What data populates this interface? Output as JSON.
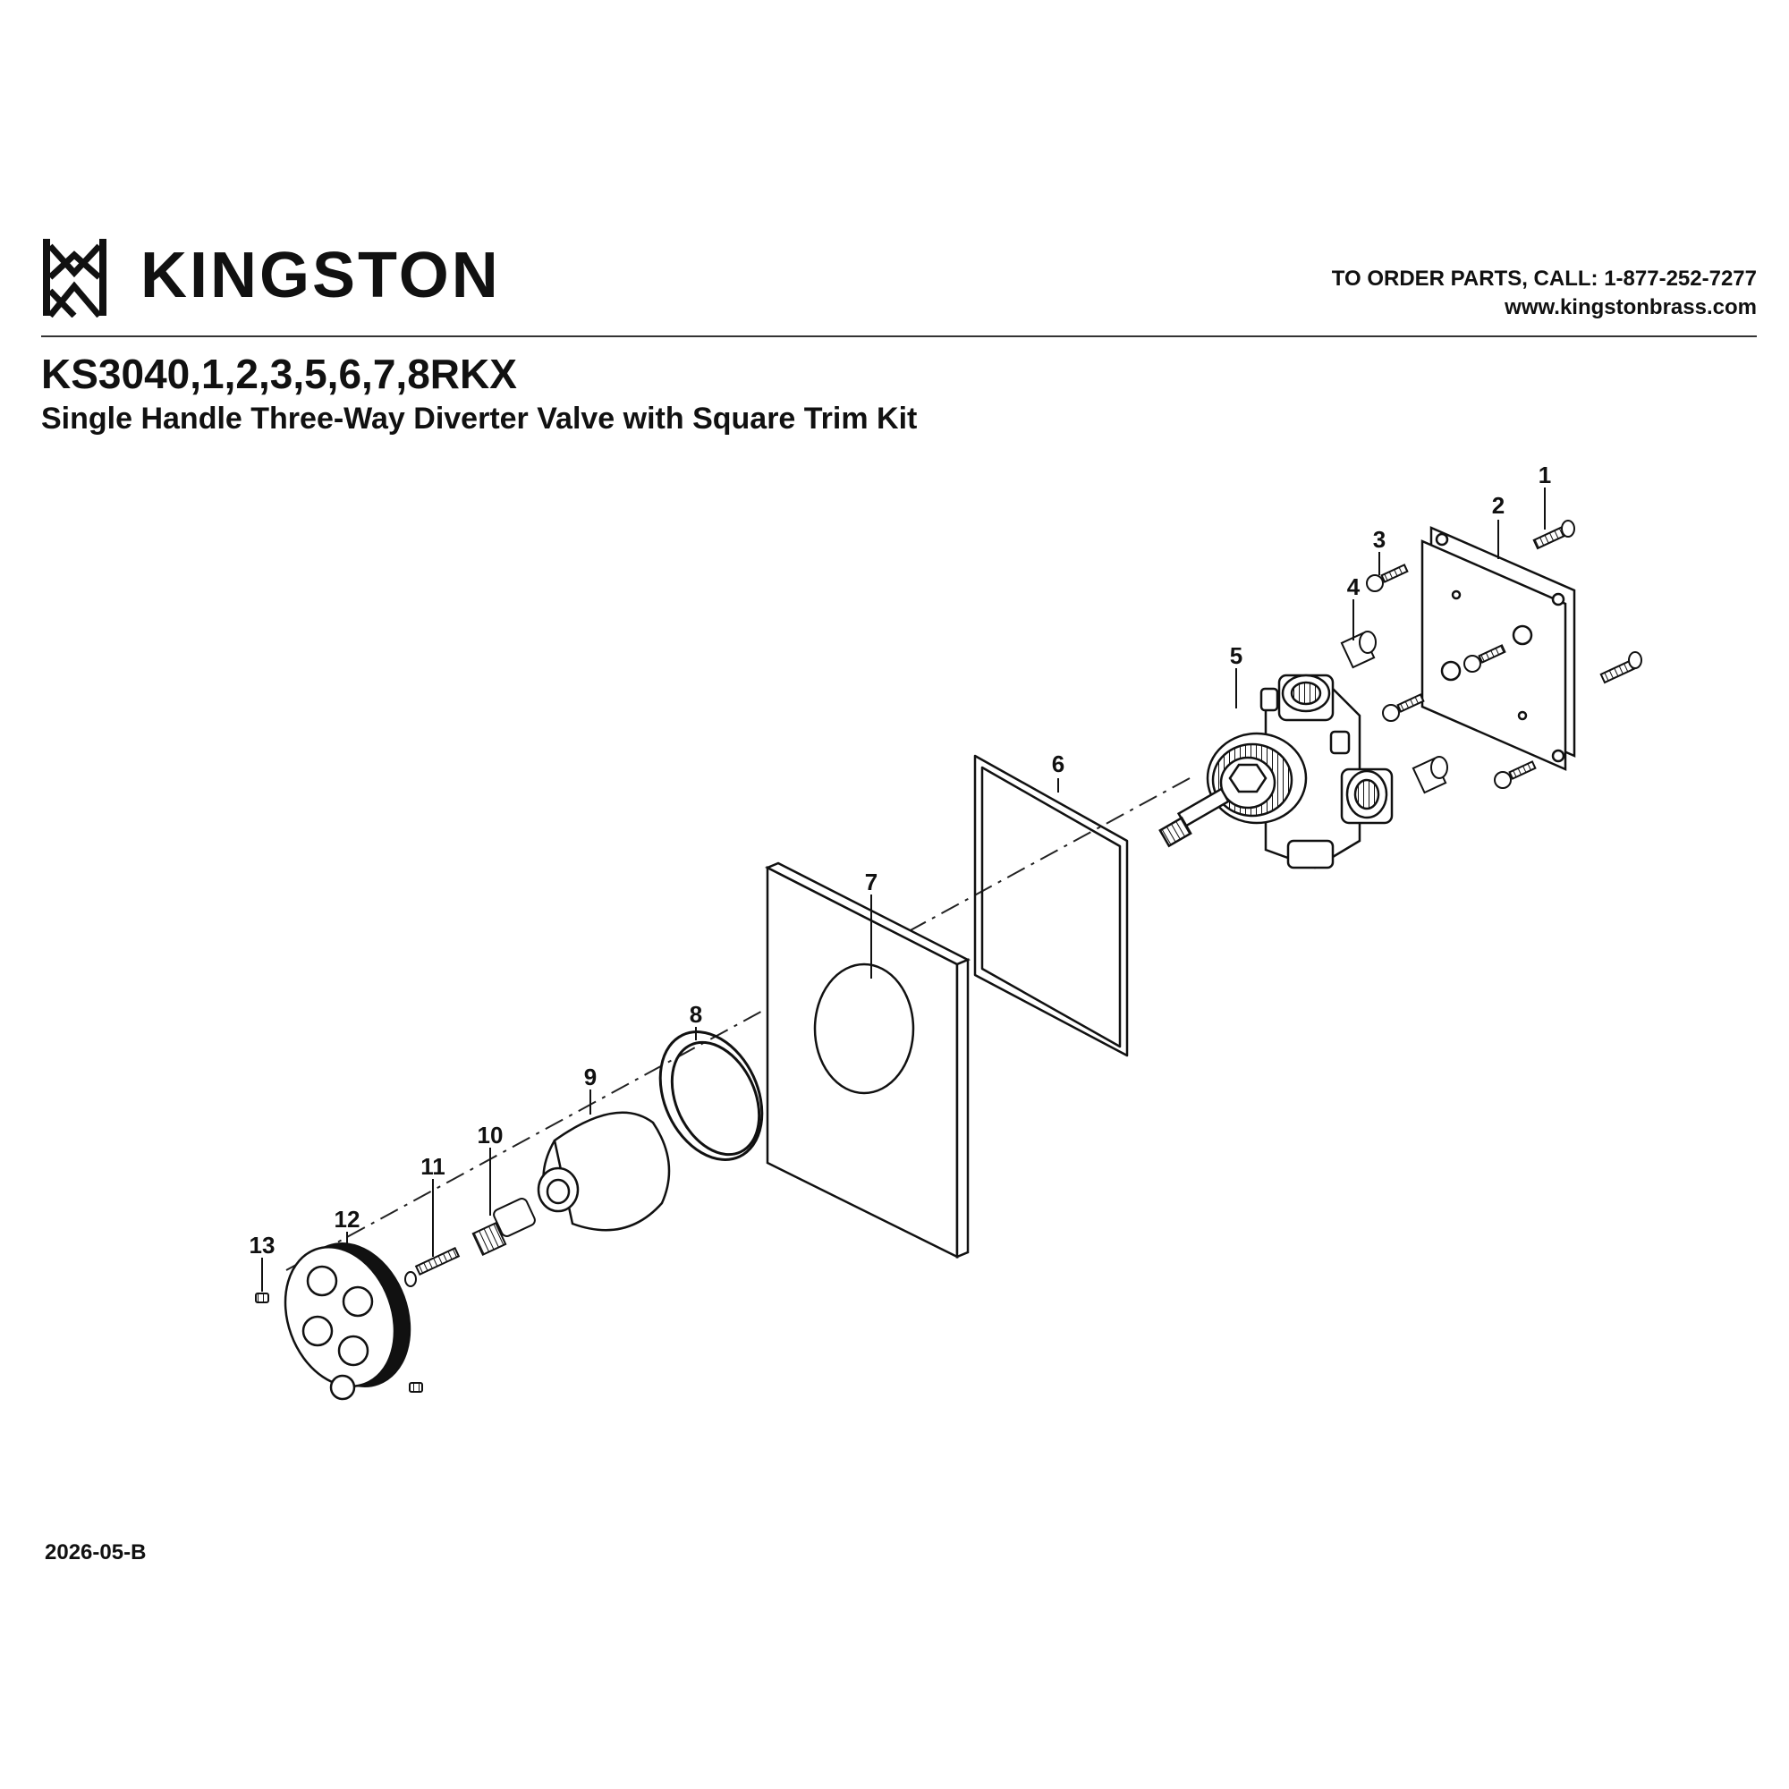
{
  "header": {
    "brand": "KINGSTON",
    "order_line": "TO ORDER PARTS, CALL: 1-877-252-7277",
    "website": "www.kingstonbrass.com"
  },
  "title": {
    "model": "KS3040,1,2,3,5,6,7,8RKX",
    "description": "Single Handle Three-Way Diverter Valve with Square Trim Kit"
  },
  "callouts": [
    "1",
    "2",
    "3",
    "4",
    "5",
    "6",
    "7",
    "8",
    "9",
    "10",
    "11",
    "12",
    "13"
  ],
  "footer": {
    "doc_code": "2026-05-B"
  }
}
